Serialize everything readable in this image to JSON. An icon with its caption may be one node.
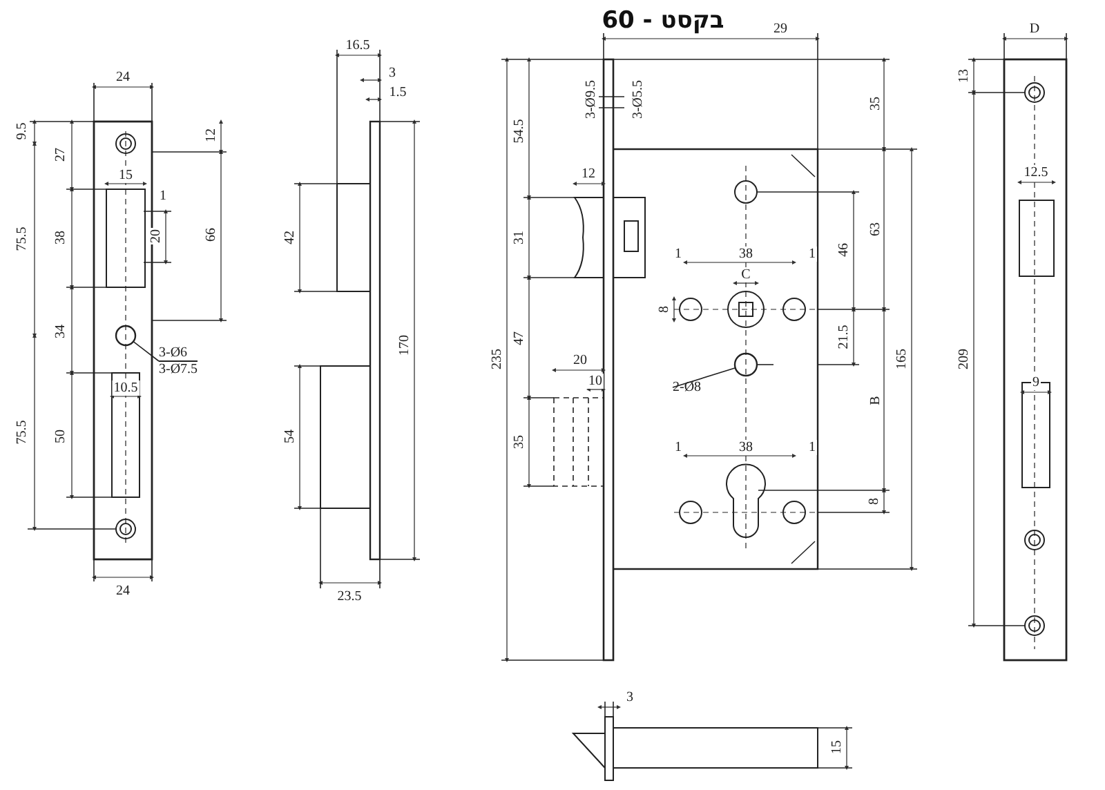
{
  "diagram": {
    "title": "בקסט - 60",
    "nodes": [
      {
        "text": [
          "3-Ø6",
          "3-Ø7.5"
        ]
      },
      {
        "text": [],
        "shape": "circle"
      },
      {
        "text": [
          "2-Ø8"
        ]
      },
      {
        "text": [],
        "shape": "circle"
      }
    ],
    "edges": [
      {
        "from": 0,
        "to": 1,
        "arrow": "none"
      },
      {
        "from": 2,
        "to": 3,
        "arrow": "none"
      }
    ],
    "labels": [
      "24",
      "9.5",
      "12",
      "27",
      "15",
      "1",
      "75.5",
      "38",
      "20",
      "66",
      "34",
      "10.5",
      "75.5",
      "50",
      "24",
      "16.5",
      "3",
      "1.5",
      "42",
      "170",
      "54",
      "23.5",
      "29",
      "3-Ø9.5",
      "3-Ø5.5",
      "35",
      "54.5",
      "12",
      "63",
      "31",
      "1",
      "38",
      "1",
      "46",
      "C",
      "8",
      "47",
      "21.5",
      "235",
      "20",
      "10",
      "165",
      "B",
      "35",
      "1",
      "38",
      "1",
      "8",
      "D",
      "13",
      "12.5",
      "209",
      "9",
      "3",
      "15"
    ]
  }
}
